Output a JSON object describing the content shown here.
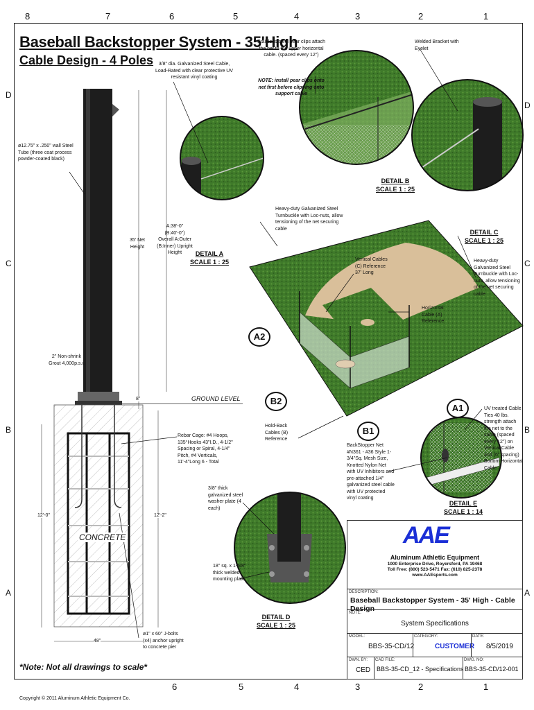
{
  "zones": {
    "top_numbers": [
      "8",
      "7",
      "6",
      "5",
      "4",
      "3",
      "2",
      "1"
    ],
    "bottom_numbers": [
      "6",
      "5",
      "4",
      "3",
      "2",
      "1"
    ],
    "left_letters": [
      "D",
      "C",
      "B",
      "A"
    ],
    "right_letters": [
      "D",
      "C",
      "B",
      "A"
    ]
  },
  "title": "Baseball Backstopper System - 35'High",
  "subtitle": "Cable Design - 4 Poles",
  "notes": {
    "cable_note": "3/8\" dia. Galvanized Steel Cable, Load-Rated with clear protective UV resistant vinyl coating",
    "pearclip_note": "Stainless steel pear clips attach the net to the upper horizontal cable. (spaced every 12\")",
    "pearclip_note_bold": "NOTE: install pear clips onto net first before clipping onto support cable",
    "bracket_note": "Welded Bracket with Eyelet",
    "tube_note": "ø12.75\" x .250\" wall Steel Tube (three coat process powder-coated black)",
    "turnbuckle_note": "Heavy-duty Galvanized Steel Turnbuckle with Loc-nuts, allow tensioning of the net securing cable",
    "turnbuckle_note_c": "Heavy-duty Galvanized Steel Turnbuckle with Loc-nuts, allow tensioning of the net securing cable",
    "vertical_cables": "Vertical Cables (C) Reference 37' Long",
    "horizontal_cable": "Horizontal Cable (A) Reference",
    "holdback": "Hold-Back Cables (B) Reference",
    "grout": "2\" Non-shrink Grout 4,000p.s.i.",
    "rebar": "Rebar Cage: #4 Hoops, 135°Hooks 43\"I.D., 4-1/2\" Spacing or Spiral, 4-1/4\" Pitch, #4 Verticals, 11'-4\"Long 6 - Total",
    "netting": "BackStopper Net #N361 - #36 Style 1-3/4\"Sq. Mesh Size, Knotted Nylon Net with UV Inhibitors and pre-attached 1/4\" galvanized steel cable with UV protected vinyl coating",
    "uv_ties": "UV treated Cable Ties 40 lbs. strength attach the net to the cable (spaced every 12\") on Vertical Cable and (6\" spacing) Bottom Horizontal Cable",
    "washer": "3/8\" thick galvanized steel washer plate (4 each)",
    "mounting": "18\" sq. x 1-5/8\" thick welded mounting plate",
    "jbolts": "ø1\" x 60\" J-bolts (x4) anchor upright to concrete pier",
    "height_note": "A:38'-0\" (B:40'-0\") Overall A:Outer (B:Inner) Upright Height",
    "net_height": "35' Net Height",
    "ground_level": "GROUND LEVEL",
    "concrete": "CONCRETE",
    "dim_12_0": "12'-0\"",
    "dim_12_2": "12'-2\"",
    "dim_48": "48\"",
    "dim_8": "8\""
  },
  "details": {
    "a": [
      "DETAIL A",
      "SCALE 1 : 25"
    ],
    "b": [
      "DETAIL B",
      "SCALE 1 : 25"
    ],
    "c": [
      "DETAIL C",
      "SCALE 1 : 25"
    ],
    "d": [
      "DETAIL D",
      "SCALE 1 : 25"
    ],
    "e": [
      "DETAIL E",
      "SCALE 1 : 14"
    ]
  },
  "bubbles": {
    "a1": "A1",
    "a2": "A2",
    "b1": "B1",
    "b2": "B2"
  },
  "footer_note": "*Note: Not all drawings to scale*",
  "copyright": "Copyright © 2011 Aluminum Athletic Equipment Co.",
  "title_block": {
    "logo": "AAE",
    "company": "Aluminum Athletic Equipment",
    "address": "1000 Enterprise Drive, Royersford, PA 19468",
    "phone": "Toll Free: (800) 523-5471  Fax: (610) 825-2378",
    "web": "www.AAEsports.com",
    "desc_label": "DESCRIPTION:",
    "description": "Baseball Backstopper System - 35' High - Cable Design",
    "note_label": "NOTE:",
    "note": "System Specifications",
    "model_label": "MODEL:",
    "model": "BBS-35-CD/12",
    "category_label": "CATEGORY:",
    "category": "CUSTOMER",
    "date_label": "DATE:",
    "date": "8/5/2019",
    "dwnby_label": "DWN. BY:",
    "dwnby": "CED",
    "cadfile_label": "CAD FILE:",
    "cadfile": "BBS-35-CD_12 - Specifications",
    "dwgno_label": "DWG. NO:",
    "dwgno": "BBS-35-CD/12-001"
  },
  "colors": {
    "brand_blue": "#1b2fd6",
    "grass": "#3f7a2a",
    "infield": "#d9bf9a",
    "post": "#222222"
  }
}
